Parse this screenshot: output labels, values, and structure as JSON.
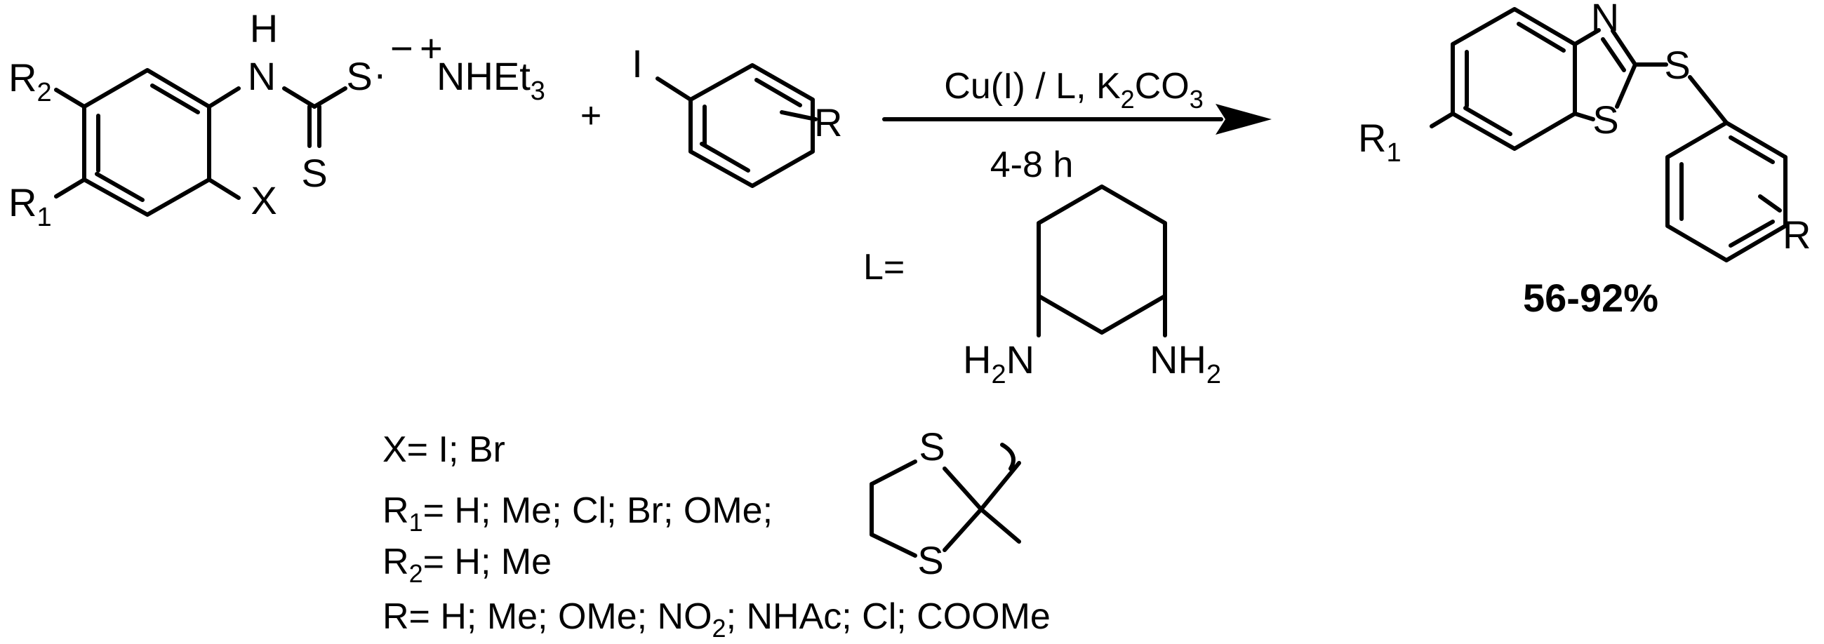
{
  "reactant1": {
    "r2": "R",
    "r2_sub": "2",
    "r1": "R",
    "r1_sub": "1",
    "nh": "H",
    "n": "N",
    "x": "X",
    "s_thione": "S",
    "s_anion": "S",
    "dot": "·",
    "minus": "−",
    "plus": "+",
    "counterion_main": "NHEt",
    "counterion_sub": "3"
  },
  "plus_sign": "+",
  "reactant2": {
    "iodo": "I",
    "r": "R"
  },
  "conditions": {
    "above_arrow": {
      "part1": "Cu(I) / L, K",
      "sub1": "2",
      "part2": "CO",
      "sub2": "3"
    },
    "below_arrow": "4-8 h"
  },
  "ligand": {
    "label": "L=",
    "amine_left": {
      "main_h": "H",
      "sub": "2",
      "main_n": "N"
    },
    "amine_right": {
      "main": "NH",
      "sub": "2"
    }
  },
  "product": {
    "r1": "R",
    "r1_sub": "1",
    "n": "N",
    "s_ring": "S",
    "s_link": "S",
    "r": "R",
    "yield": "56-92%"
  },
  "footnotes": {
    "x_line": "X= I; Br",
    "r1_line": {
      "prefix": "R",
      "sub": "1",
      "text": "= H; Me; Cl; Br; OMe;"
    },
    "r1_dithiolane": {
      "s_top": "S",
      "s_bottom": "S"
    },
    "r2_line": {
      "prefix": "R",
      "sub": "2",
      "text": "= H; Me"
    },
    "r_line": {
      "part1": "R= H; Me; OMe; NO",
      "sub1": "2",
      "part2": "; NHAc; Cl; COOMe"
    }
  }
}
